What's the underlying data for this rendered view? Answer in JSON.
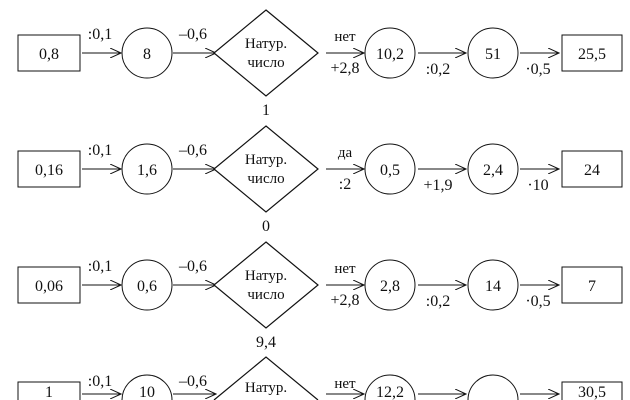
{
  "diagram": {
    "decision_label_line1": "Натур.",
    "decision_label_line2": "число",
    "rows": [
      {
        "start": "0,8",
        "op1": ":0,1",
        "v1": "8",
        "op2": "–0,6",
        "branch": "нет",
        "op3": "+2,8",
        "v2": "10,2",
        "op4": ":0,2",
        "v3": "51",
        "op5": "·0,5",
        "result": "25,5",
        "diamond_value": "1"
      },
      {
        "start": "0,16",
        "op1": ":0,1",
        "v1": "1,6",
        "op2": "–0,6",
        "branch": "да",
        "op3": ":2",
        "v2": "0,5",
        "op4": "+1,9",
        "v3": "2,4",
        "op5": "·10",
        "result": "24",
        "diamond_value": "0"
      },
      {
        "start": "0,06",
        "op1": ":0,1",
        "v1": "0,6",
        "op2": "–0,6",
        "branch": "нет",
        "op3": "+2,8",
        "v2": "2,8",
        "op4": ":0,2",
        "v3": "14",
        "op5": "·0,5",
        "result": "7",
        "diamond_value": "9,4"
      },
      {
        "start": "1",
        "op1": ":0,1",
        "v1": "10",
        "op2": "–0,6",
        "branch": "нет",
        "op3": "",
        "v2": "12,2",
        "op4": "",
        "v3": "",
        "op5": "",
        "result": "30,5",
        "diamond_value": ""
      }
    ]
  }
}
